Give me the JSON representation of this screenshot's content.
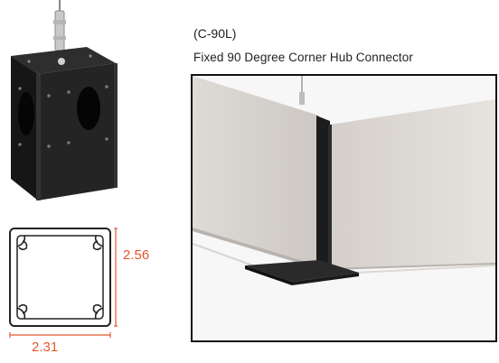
{
  "product": {
    "model_code": "(C-90L)",
    "name": "Fixed 90 Degree Corner Hub Connector"
  },
  "dimensions": {
    "width": "2.31",
    "height": "2.56"
  },
  "colors": {
    "dimension_lines": "#e4572e",
    "panel_fabric": "#d9d4cf",
    "hardware": "#1c1c1c",
    "frame_border": "#111111"
  },
  "icons": [
    "hub-connector-photo",
    "extrusion-profile-drawing",
    "corner-installation-render"
  ]
}
